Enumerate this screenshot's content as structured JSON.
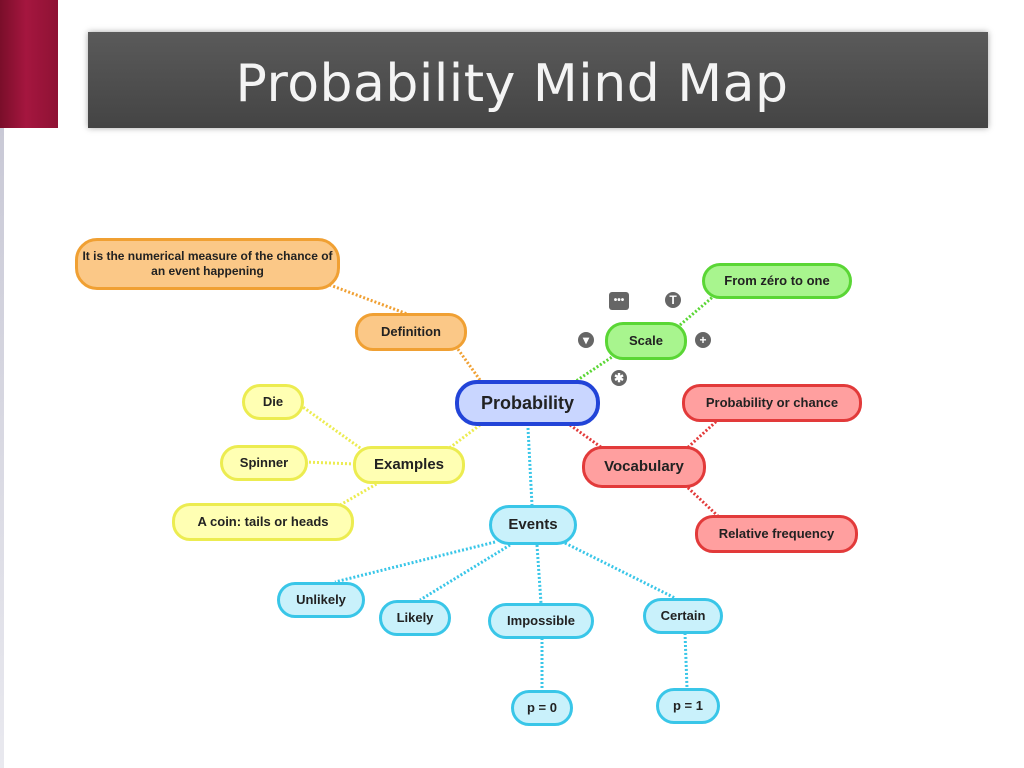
{
  "title": "Probability Mind Map",
  "nodes": {
    "center": "Probability",
    "definition": "Definition",
    "definition_text": "It is the numerical measure of the chance of an event happening",
    "scale": "Scale",
    "scale_text": "From zéro to one",
    "vocabulary": "Vocabulary",
    "vocab_1": "Probability or chance",
    "vocab_2": "Relative frequency",
    "examples": "Examples",
    "ex_die": "Die",
    "ex_spinner": "Spinner",
    "ex_coin": "A coin: tails or heads",
    "events": "Events",
    "ev_unlikely": "Unlikely",
    "ev_likely": "Likely",
    "ev_impossible": "Impossible",
    "ev_certain": "Certain",
    "p0": "p = 0",
    "p1": "p = 1"
  },
  "colors": {
    "accent": "#a5163f",
    "title_bar": "#4d4d4d",
    "definition": "#f0a033",
    "examples": "#ecec50",
    "scale": "#5ad635",
    "vocabulary": "#e23a3a",
    "events": "#39c6e8",
    "center": "#2244d8"
  },
  "icons": [
    "more-icon",
    "text-icon",
    "collapse-icon",
    "add-icon",
    "star-icon"
  ]
}
